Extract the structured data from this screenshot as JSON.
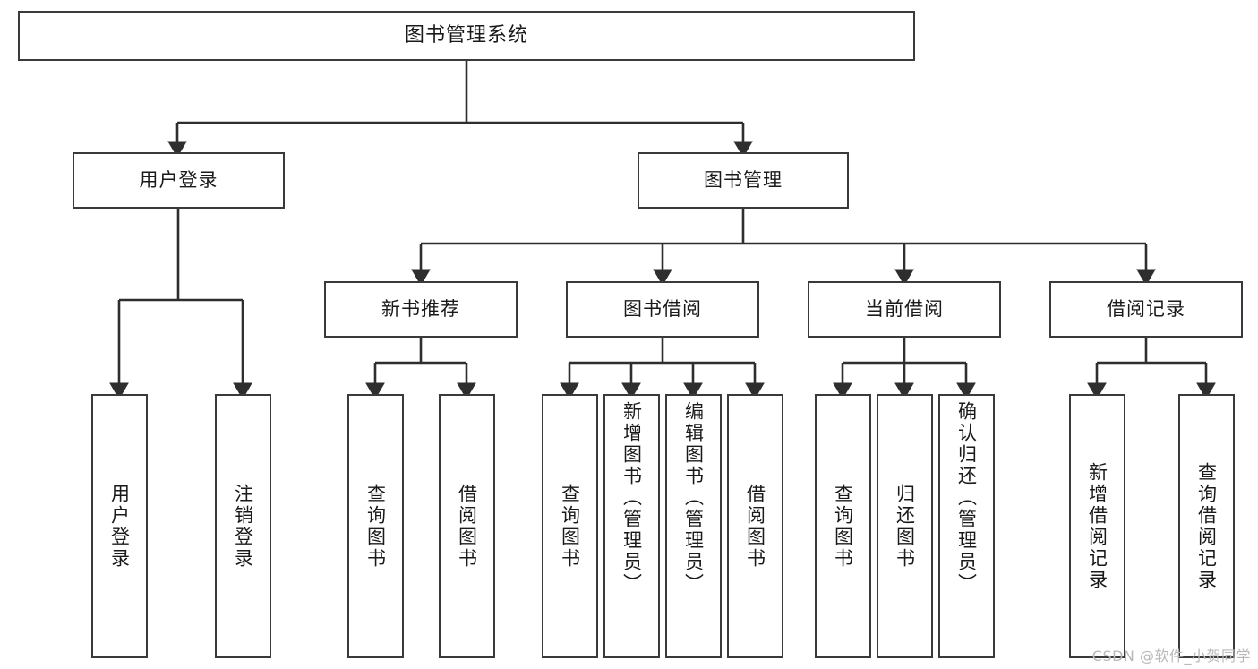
{
  "diagram": {
    "title": "图书管理系统",
    "type": "tree",
    "orientation": "top-down",
    "colors": {
      "box_border": "#3a3a3a",
      "box_fill": "#ffffff",
      "edge": "#2e2e2e",
      "text": "#1a1a1a",
      "watermark": "#b9b9b9",
      "background": "#ffffff"
    },
    "root": {
      "label": "图书管理系统"
    },
    "level1": [
      {
        "label": "用户登录"
      },
      {
        "label": "图书管理"
      }
    ],
    "level2": [
      {
        "label": "新书推荐"
      },
      {
        "label": "图书借阅"
      },
      {
        "label": "当前借阅"
      },
      {
        "label": "借阅记录"
      }
    ],
    "leaves": {
      "user_login": [
        {
          "label": "用户登录"
        },
        {
          "label": "注销登录"
        }
      ],
      "new_book_recommend": [
        {
          "label": "查询图书"
        },
        {
          "label": "借阅图书"
        }
      ],
      "book_borrow": [
        {
          "label": "查询图书"
        },
        {
          "label": "新增图书（管理员）"
        },
        {
          "label": "编辑图书（管理员）"
        },
        {
          "label": "借阅图书"
        }
      ],
      "current_borrow": [
        {
          "label": "查询图书"
        },
        {
          "label": "归还图书"
        },
        {
          "label": "确认归还（管理员）"
        }
      ],
      "borrow_record": [
        {
          "label": "新增借阅记录"
        },
        {
          "label": "查询借阅记录"
        }
      ]
    }
  },
  "watermark": {
    "text": "CSDN @软件_小贺同学"
  }
}
